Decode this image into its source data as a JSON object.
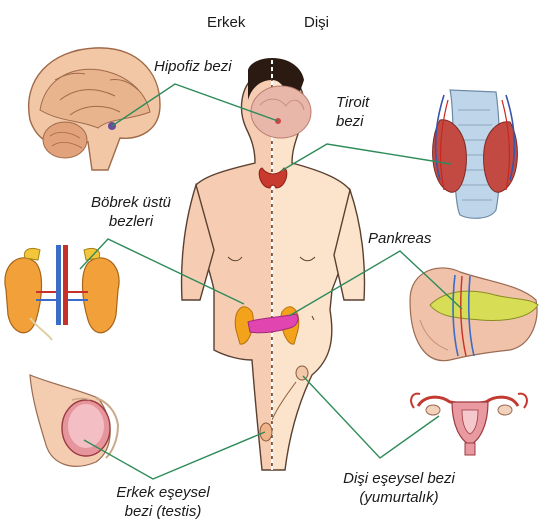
{
  "header": {
    "male": "Erkek",
    "female": "Dişi"
  },
  "labels": {
    "pituitary": "Hipofiz bezi",
    "thyroid_1": "Tiroit",
    "thyroid_2": "bezi",
    "adrenal_1": "Böbrek üstü",
    "adrenal_2": "bezleri",
    "pancreas": "Pankreas",
    "testis_1": "Erkek eşeysel",
    "testis_2": "bezi (testis)",
    "ovary_1": "Dişi eşeysel bezi",
    "ovary_2": "(yumurtalık)"
  },
  "colors": {
    "line": "#2e8b5a",
    "male_skin": "#f6cdb3",
    "female_skin": "#fbe3cc",
    "thyroid": "#c8392e",
    "adrenal": "#f3a21c",
    "pancreas": "#e045b0",
    "ovary": "#f2c9a8",
    "testis": "#f0b48a"
  }
}
